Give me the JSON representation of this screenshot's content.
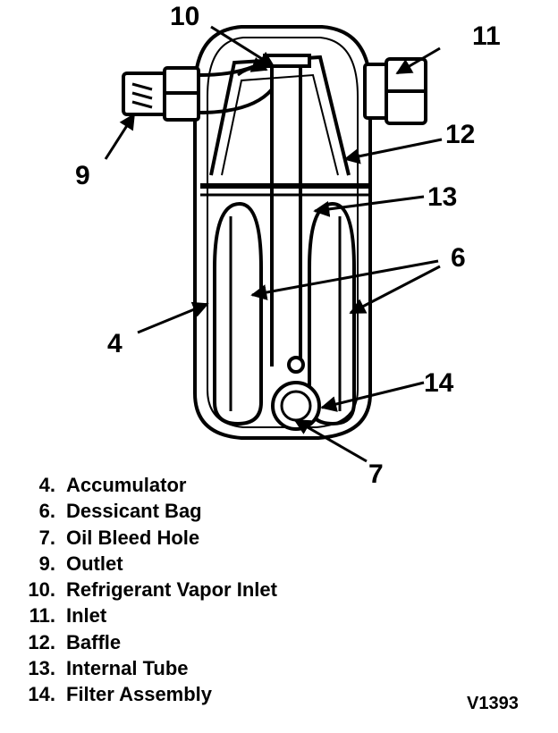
{
  "callouts": {
    "c4": "4",
    "c6": "6",
    "c7": "7",
    "c9": "9",
    "c10": "10",
    "c11": "11",
    "c12": "12",
    "c13": "13",
    "c14": "14"
  },
  "legend": [
    {
      "num": "4.",
      "text": "Accumulator"
    },
    {
      "num": "6.",
      "text": "Dessicant Bag"
    },
    {
      "num": "7.",
      "text": "Oil Bleed Hole"
    },
    {
      "num": "9.",
      "text": "Outlet"
    },
    {
      "num": "10.",
      "text": "Refrigerant Vapor Inlet"
    },
    {
      "num": "11.",
      "text": "Inlet"
    },
    {
      "num": "12.",
      "text": "Baffle"
    },
    {
      "num": "13.",
      "text": "Internal Tube"
    },
    {
      "num": "14.",
      "text": "Filter Assembly"
    }
  ],
  "figure_id": "V1393"
}
